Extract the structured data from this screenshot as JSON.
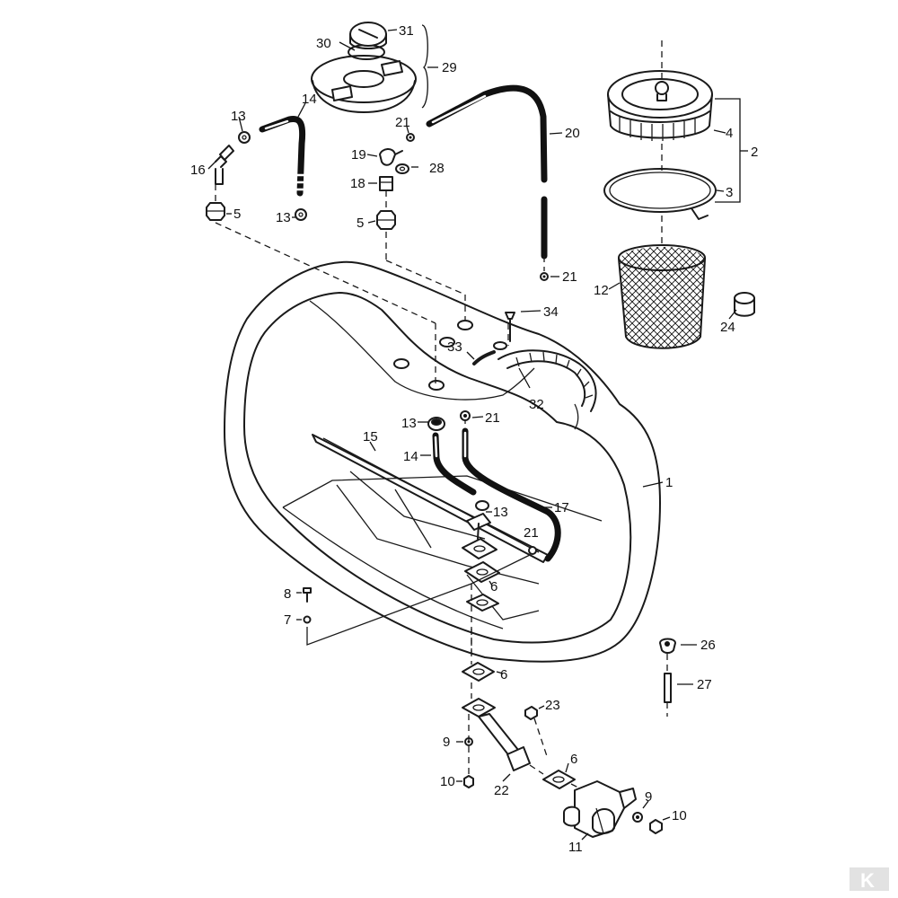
{
  "labels": {
    "p1": "1",
    "p2": "2",
    "p3": "3",
    "p4": "4",
    "p5a": "5",
    "p5b": "5",
    "p6a": "6",
    "p6b": "6",
    "p6c": "6",
    "p7": "7",
    "p8": "8",
    "p9a": "9",
    "p9b": "9",
    "p10a": "10",
    "p10b": "10",
    "p11": "11",
    "p12": "12",
    "p13a": "13",
    "p13b": "13",
    "p13c": "13",
    "p13d": "13",
    "p14a": "14",
    "p14b": "14",
    "p15": "15",
    "p16": "16",
    "p17": "17",
    "p18": "18",
    "p19": "19",
    "p20": "20",
    "p21a": "21",
    "p21b": "21",
    "p21c": "21",
    "p21d": "21",
    "p22": "22",
    "p23": "23",
    "p24": "24",
    "p26": "26",
    "p27": "27",
    "p28": "28",
    "p29": "29",
    "p30": "30",
    "p31": "31",
    "p32": "32",
    "p33": "33",
    "p34": "34"
  },
  "colors": {
    "ink": "#1a1a1a",
    "paper": "#ffffff",
    "watermark": "#cfcfcf"
  },
  "watermark_logo": "K"
}
